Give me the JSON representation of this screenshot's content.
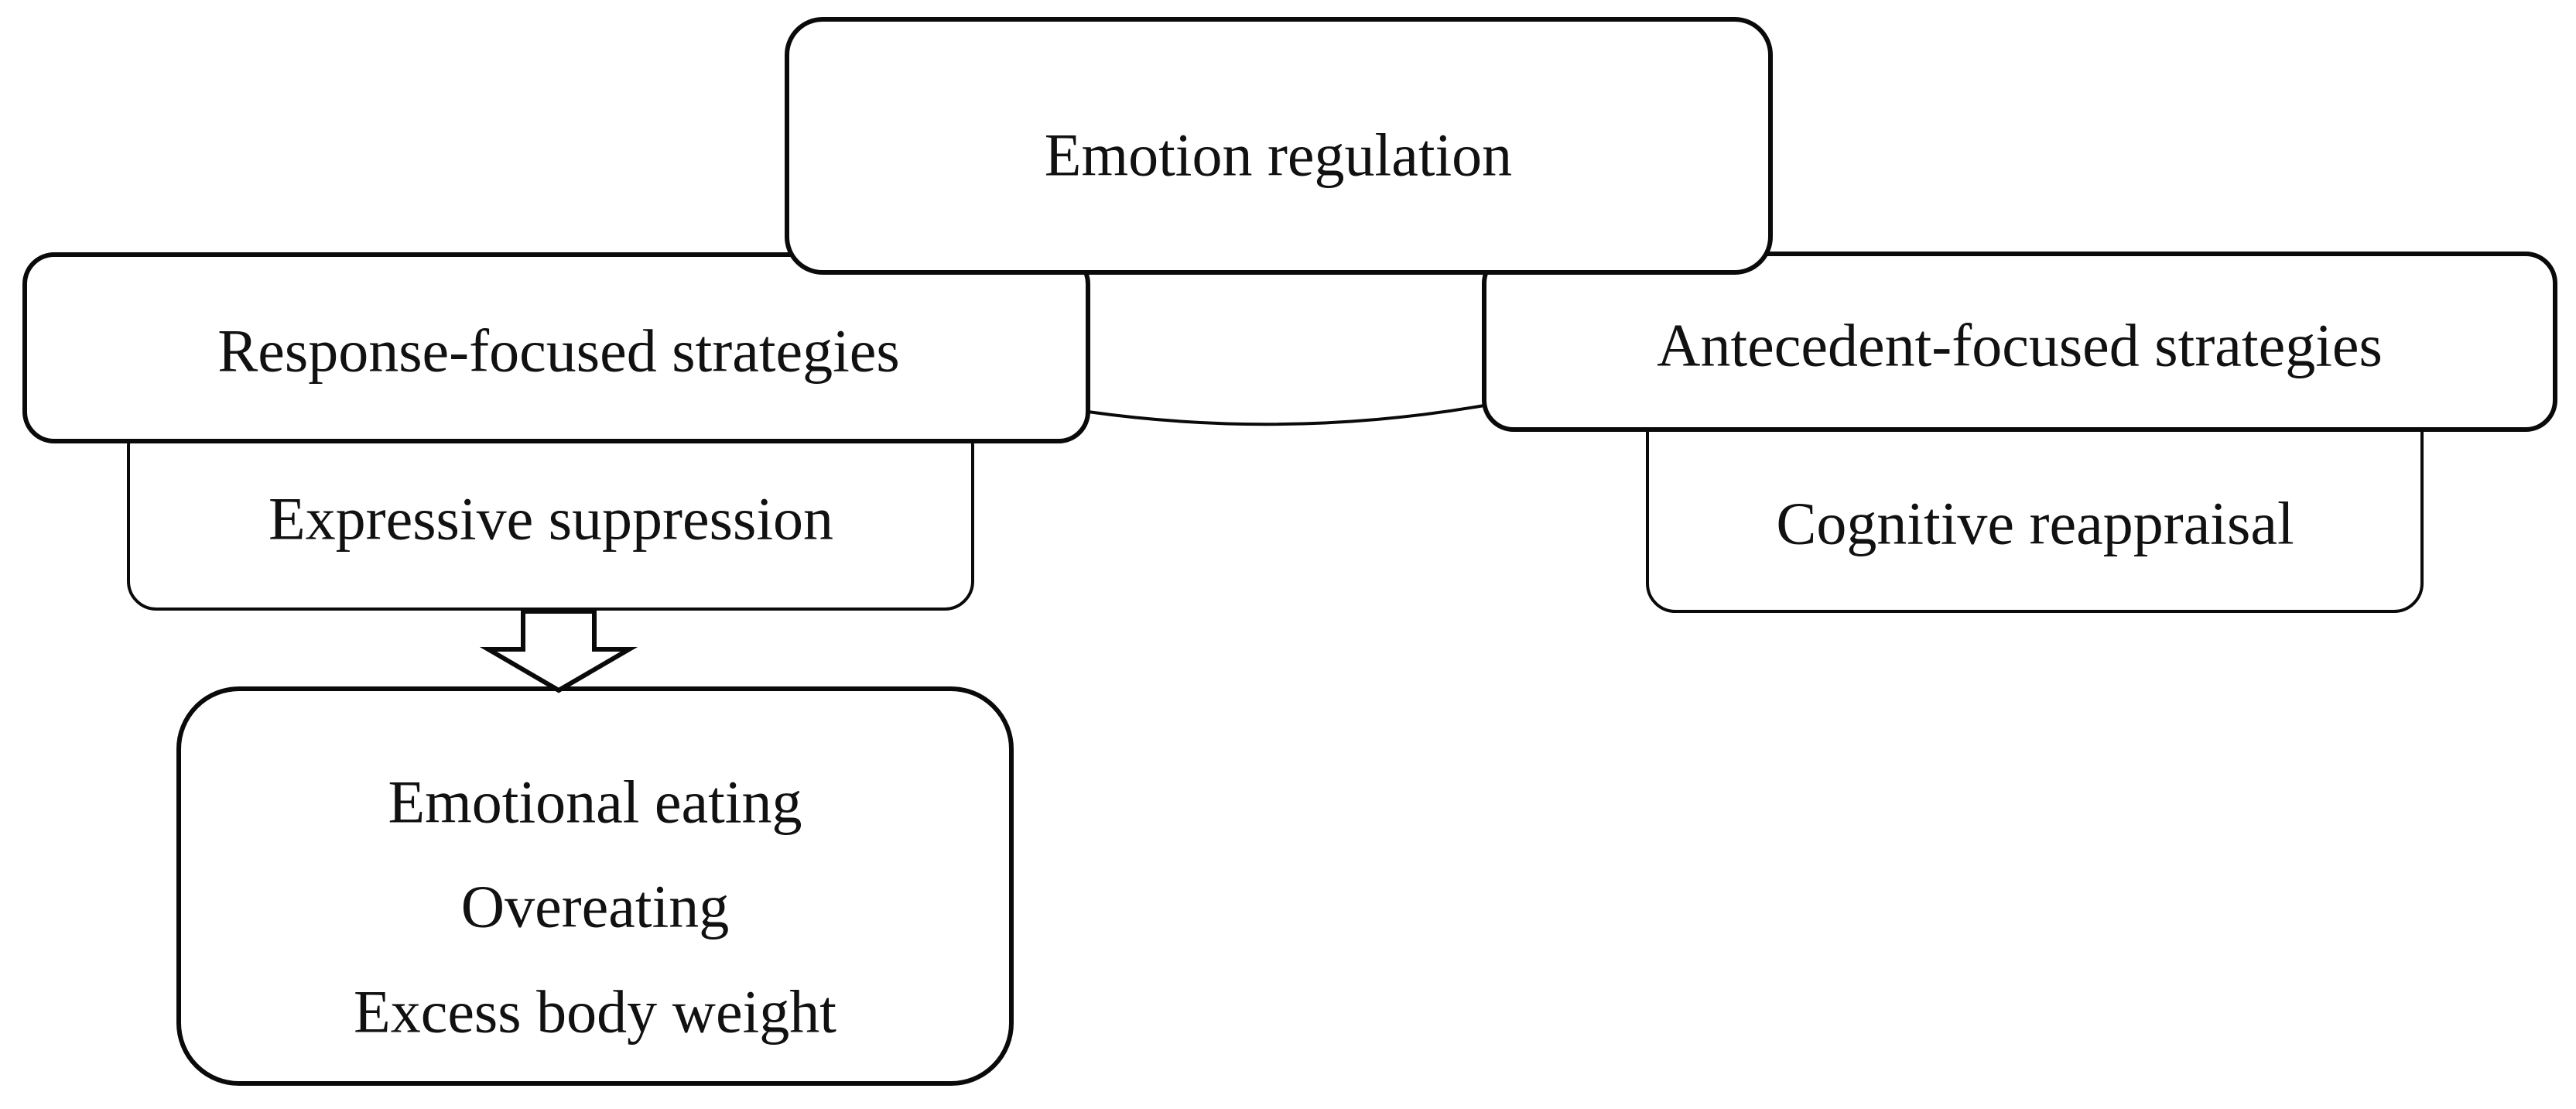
{
  "figure": {
    "background_color": "#ffffff",
    "line_color": "#0a0a0a",
    "text_color": "#111111",
    "nodes": {
      "emotion_regulation": {
        "label": "Emotion regulation"
      },
      "response_focused": {
        "label": "Response-focused strategies"
      },
      "antecedent_focused": {
        "label": "Antecedent-focused strategies"
      },
      "expressive_suppression": {
        "label": "Expressive suppression"
      },
      "cognitive_reappraisal": {
        "label": "Cognitive reappraisal"
      },
      "outcomes": {
        "lines": [
          "Emotional eating",
          "Overeating",
          "Excess body weight"
        ]
      }
    },
    "connectors": {
      "arrow_icon": "block-arrow-down-icon",
      "curve_name": "response-antecedent-curve"
    }
  }
}
